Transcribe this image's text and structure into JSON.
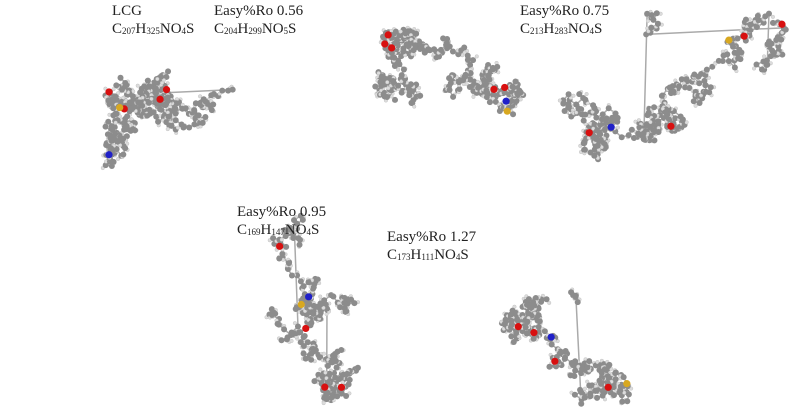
{
  "panels": [
    {
      "title": "LCG",
      "formula": [
        [
          "C",
          "207"
        ],
        [
          "H",
          "325"
        ],
        [
          "NO",
          "4"
        ],
        [
          "S",
          ""
        ]
      ]
    },
    {
      "title": "Easy%Ro 0.56",
      "formula": [
        [
          "C",
          "204"
        ],
        [
          "H",
          "299"
        ],
        [
          "NO",
          "5"
        ],
        [
          "S",
          ""
        ]
      ]
    },
    {
      "title": "Easy%Ro 0.75",
      "formula": [
        [
          "C",
          "213"
        ],
        [
          "H",
          "283"
        ],
        [
          "NO",
          "4"
        ],
        [
          "S",
          ""
        ]
      ]
    },
    {
      "title": "Easy%Ro 0.95",
      "formula": [
        [
          "C",
          "169"
        ],
        [
          "H",
          "147"
        ],
        [
          "NO",
          "4"
        ],
        [
          "S",
          ""
        ]
      ]
    },
    {
      "title": "Easy%Ro 1.27",
      "formula": [
        [
          "C",
          "173"
        ],
        [
          "H",
          "111"
        ],
        [
          "NO",
          "4"
        ],
        [
          "S",
          ""
        ]
      ]
    }
  ],
  "atom_colors": {
    "carbon": "#8c8c8c",
    "hydrogen": "#dcdcdc",
    "oxygen": "#d81010",
    "nitrogen": "#2020c8",
    "sulfur": "#d8a820"
  }
}
